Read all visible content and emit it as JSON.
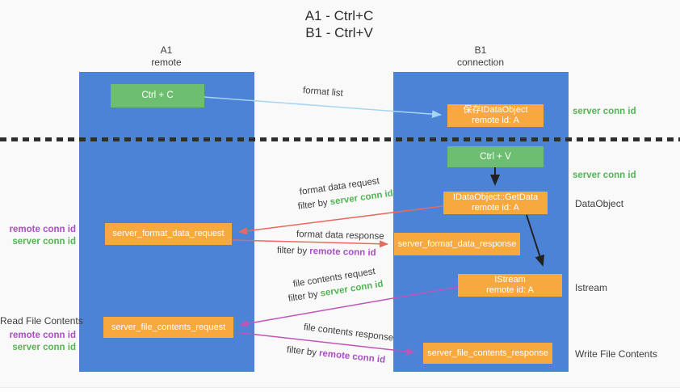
{
  "title": {
    "line1": "A1 - Ctrl+C",
    "line2": "B1 - Ctrl+V"
  },
  "columns": {
    "a1": {
      "name": "A1",
      "role": "remote"
    },
    "b1": {
      "name": "B1",
      "role": "connection"
    }
  },
  "boxes": {
    "ctrl_c": {
      "label": "Ctrl + C"
    },
    "save_idataobject": {
      "line1": "保存IDataObject",
      "line2": "remote id: A"
    },
    "ctrl_v": {
      "label": "Ctrl + V"
    },
    "getdata": {
      "line1": "IDataObject::GetData",
      "line2": "remote id: A"
    },
    "format_request": {
      "label": "server_format_data_request"
    },
    "format_response": {
      "label": "server_format_data_response"
    },
    "istream": {
      "line1": "IStream",
      "line2": "remote id: A"
    },
    "file_request": {
      "label": "server_file_contents_request"
    },
    "file_response": {
      "label": "server_file_contents_response"
    }
  },
  "flow_labels": {
    "format_list": "format list",
    "format_data_request": "format data request",
    "filter_server_1": {
      "prefix": "filter by ",
      "keyword": "server conn id"
    },
    "format_data_response": "format data response",
    "filter_remote_1": {
      "prefix": "filter by ",
      "keyword": "remote conn id"
    },
    "file_contents_request": "file contents request",
    "filter_server_2": {
      "prefix": "filter by ",
      "keyword": "server conn id"
    },
    "file_contents_response": "file contents response",
    "filter_remote_2": {
      "prefix": "filter by ",
      "keyword": "remote conn id"
    }
  },
  "side_labels": {
    "left": {
      "remote_conn_1": "remote conn id",
      "server_conn_1": "server conn id",
      "read_file": "Read File Contents",
      "remote_conn_2": "remote conn id",
      "server_conn_2": "server conn id"
    },
    "right": {
      "server_conn_1": "server conn id",
      "server_conn_2": "server conn id",
      "dataobject": "DataObject",
      "istream": "Istream",
      "write_file": "Write File Contents"
    }
  },
  "colors": {
    "column_blue": "#4d83d6",
    "box_green": "#6ebe71",
    "box_orange": "#f7a93f",
    "label_green": "#53b554",
    "label_purple": "#a94fc4",
    "arrow_red": "#e8695e",
    "arrow_magenta": "#bf55b7",
    "arrow_lightblue": "#a6d5f3",
    "arrow_black": "#222222",
    "dashed_line": "#2e2e2e",
    "background": "#f9f9f9"
  }
}
